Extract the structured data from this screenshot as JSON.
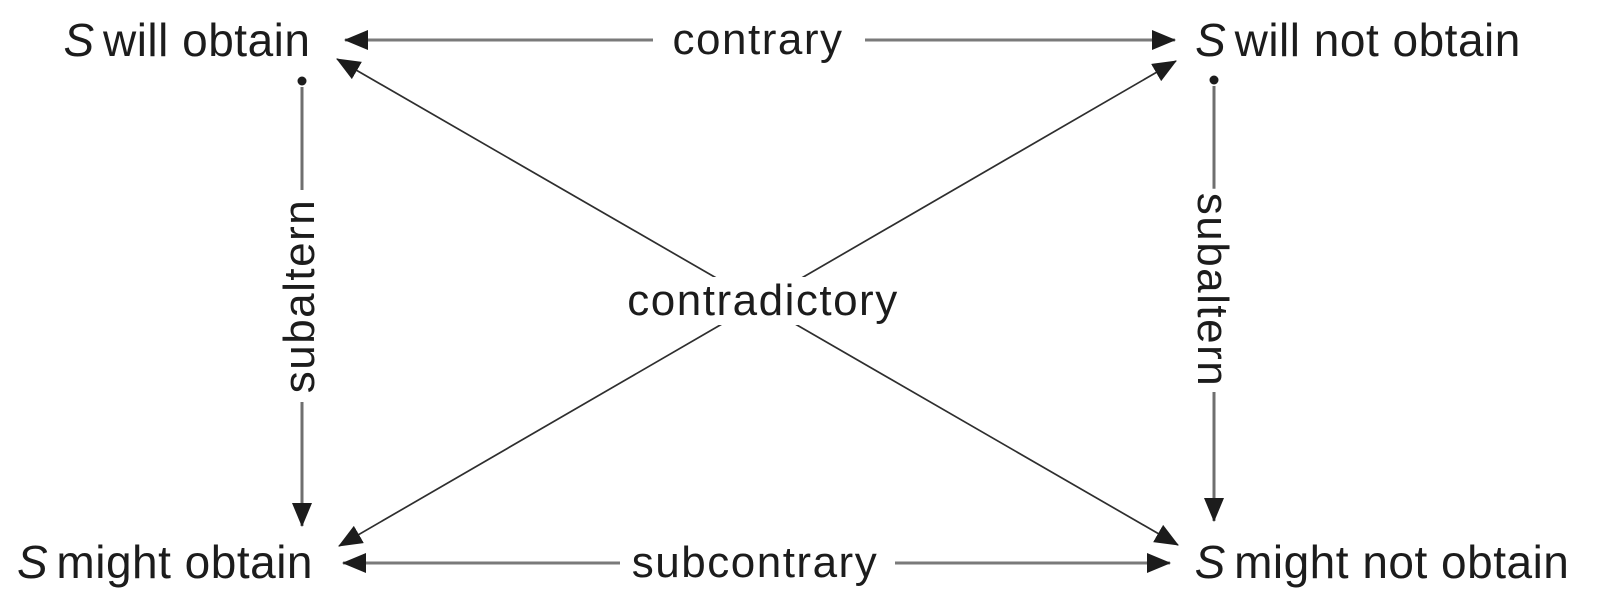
{
  "diagram": {
    "nodes": {
      "top_left": {
        "subject": "S",
        "predicate": "will obtain"
      },
      "top_right": {
        "subject": "S",
        "predicate": "will not obtain"
      },
      "bottom_left": {
        "subject": "S",
        "predicate": "might obtain"
      },
      "bottom_right": {
        "subject": "S",
        "predicate": "might not obtain"
      }
    },
    "relations": {
      "contrary": "contrary",
      "subcontrary": "subcontrary",
      "contradictory": "contradictory",
      "subaltern_left": "subaltern",
      "subaltern_right": "subaltern"
    },
    "colors": {
      "text": "#1c1c1c",
      "straight_line": "#7a7a7a",
      "diagonal_line": "#2e2e2e",
      "arrowhead": "#1c1c1c",
      "background": "#ffffff"
    }
  }
}
